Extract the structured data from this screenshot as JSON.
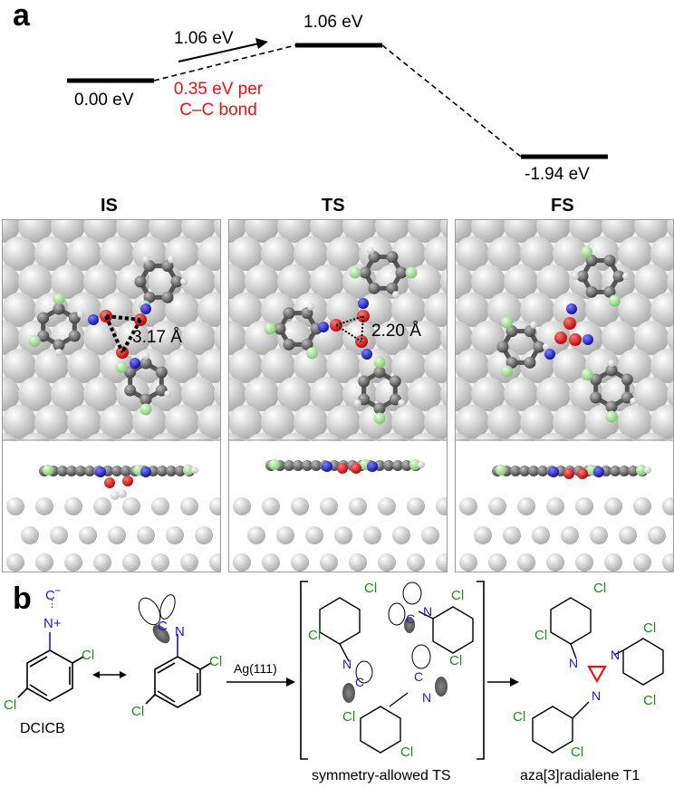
{
  "panel_a": {
    "letter": "a",
    "energy_levels": [
      {
        "id": "IS",
        "energy_label": "0.00 eV"
      },
      {
        "id": "TS",
        "energy_label": "1.06 eV"
      },
      {
        "id": "FS",
        "energy_label": "-1.94 eV"
      }
    ],
    "barrier_label": "1.06 eV",
    "per_bond_line1": "0.35 eV per",
    "per_bond_line2": "C–C bond",
    "states": [
      {
        "title": "IS",
        "distance": "3.17 Å"
      },
      {
        "title": "TS",
        "distance": "2.20 Å"
      },
      {
        "title": "FS",
        "distance": ""
      }
    ]
  },
  "panel_b": {
    "letter": "b",
    "monomer_label": "DCICB",
    "substrate_label": "Ag(111)",
    "ts_label": "symmetry-allowed TS",
    "product_label": "aza[3]radialene T1",
    "atoms": {
      "cl": "Cl",
      "n": "N",
      "c": "C",
      "nplus": "N+",
      "cminus": "C−"
    }
  },
  "colors": {
    "cl_green": "#1a8a1a",
    "n_blue": "#1a1acc",
    "red_text": "#ee1111",
    "product_ring": "#ee1111"
  },
  "icons": [
    "silver-atom-icon",
    "carbon-atom-icon",
    "nitrogen-atom-icon",
    "chlorine-atom-icon",
    "hydrogen-atom-icon"
  ]
}
